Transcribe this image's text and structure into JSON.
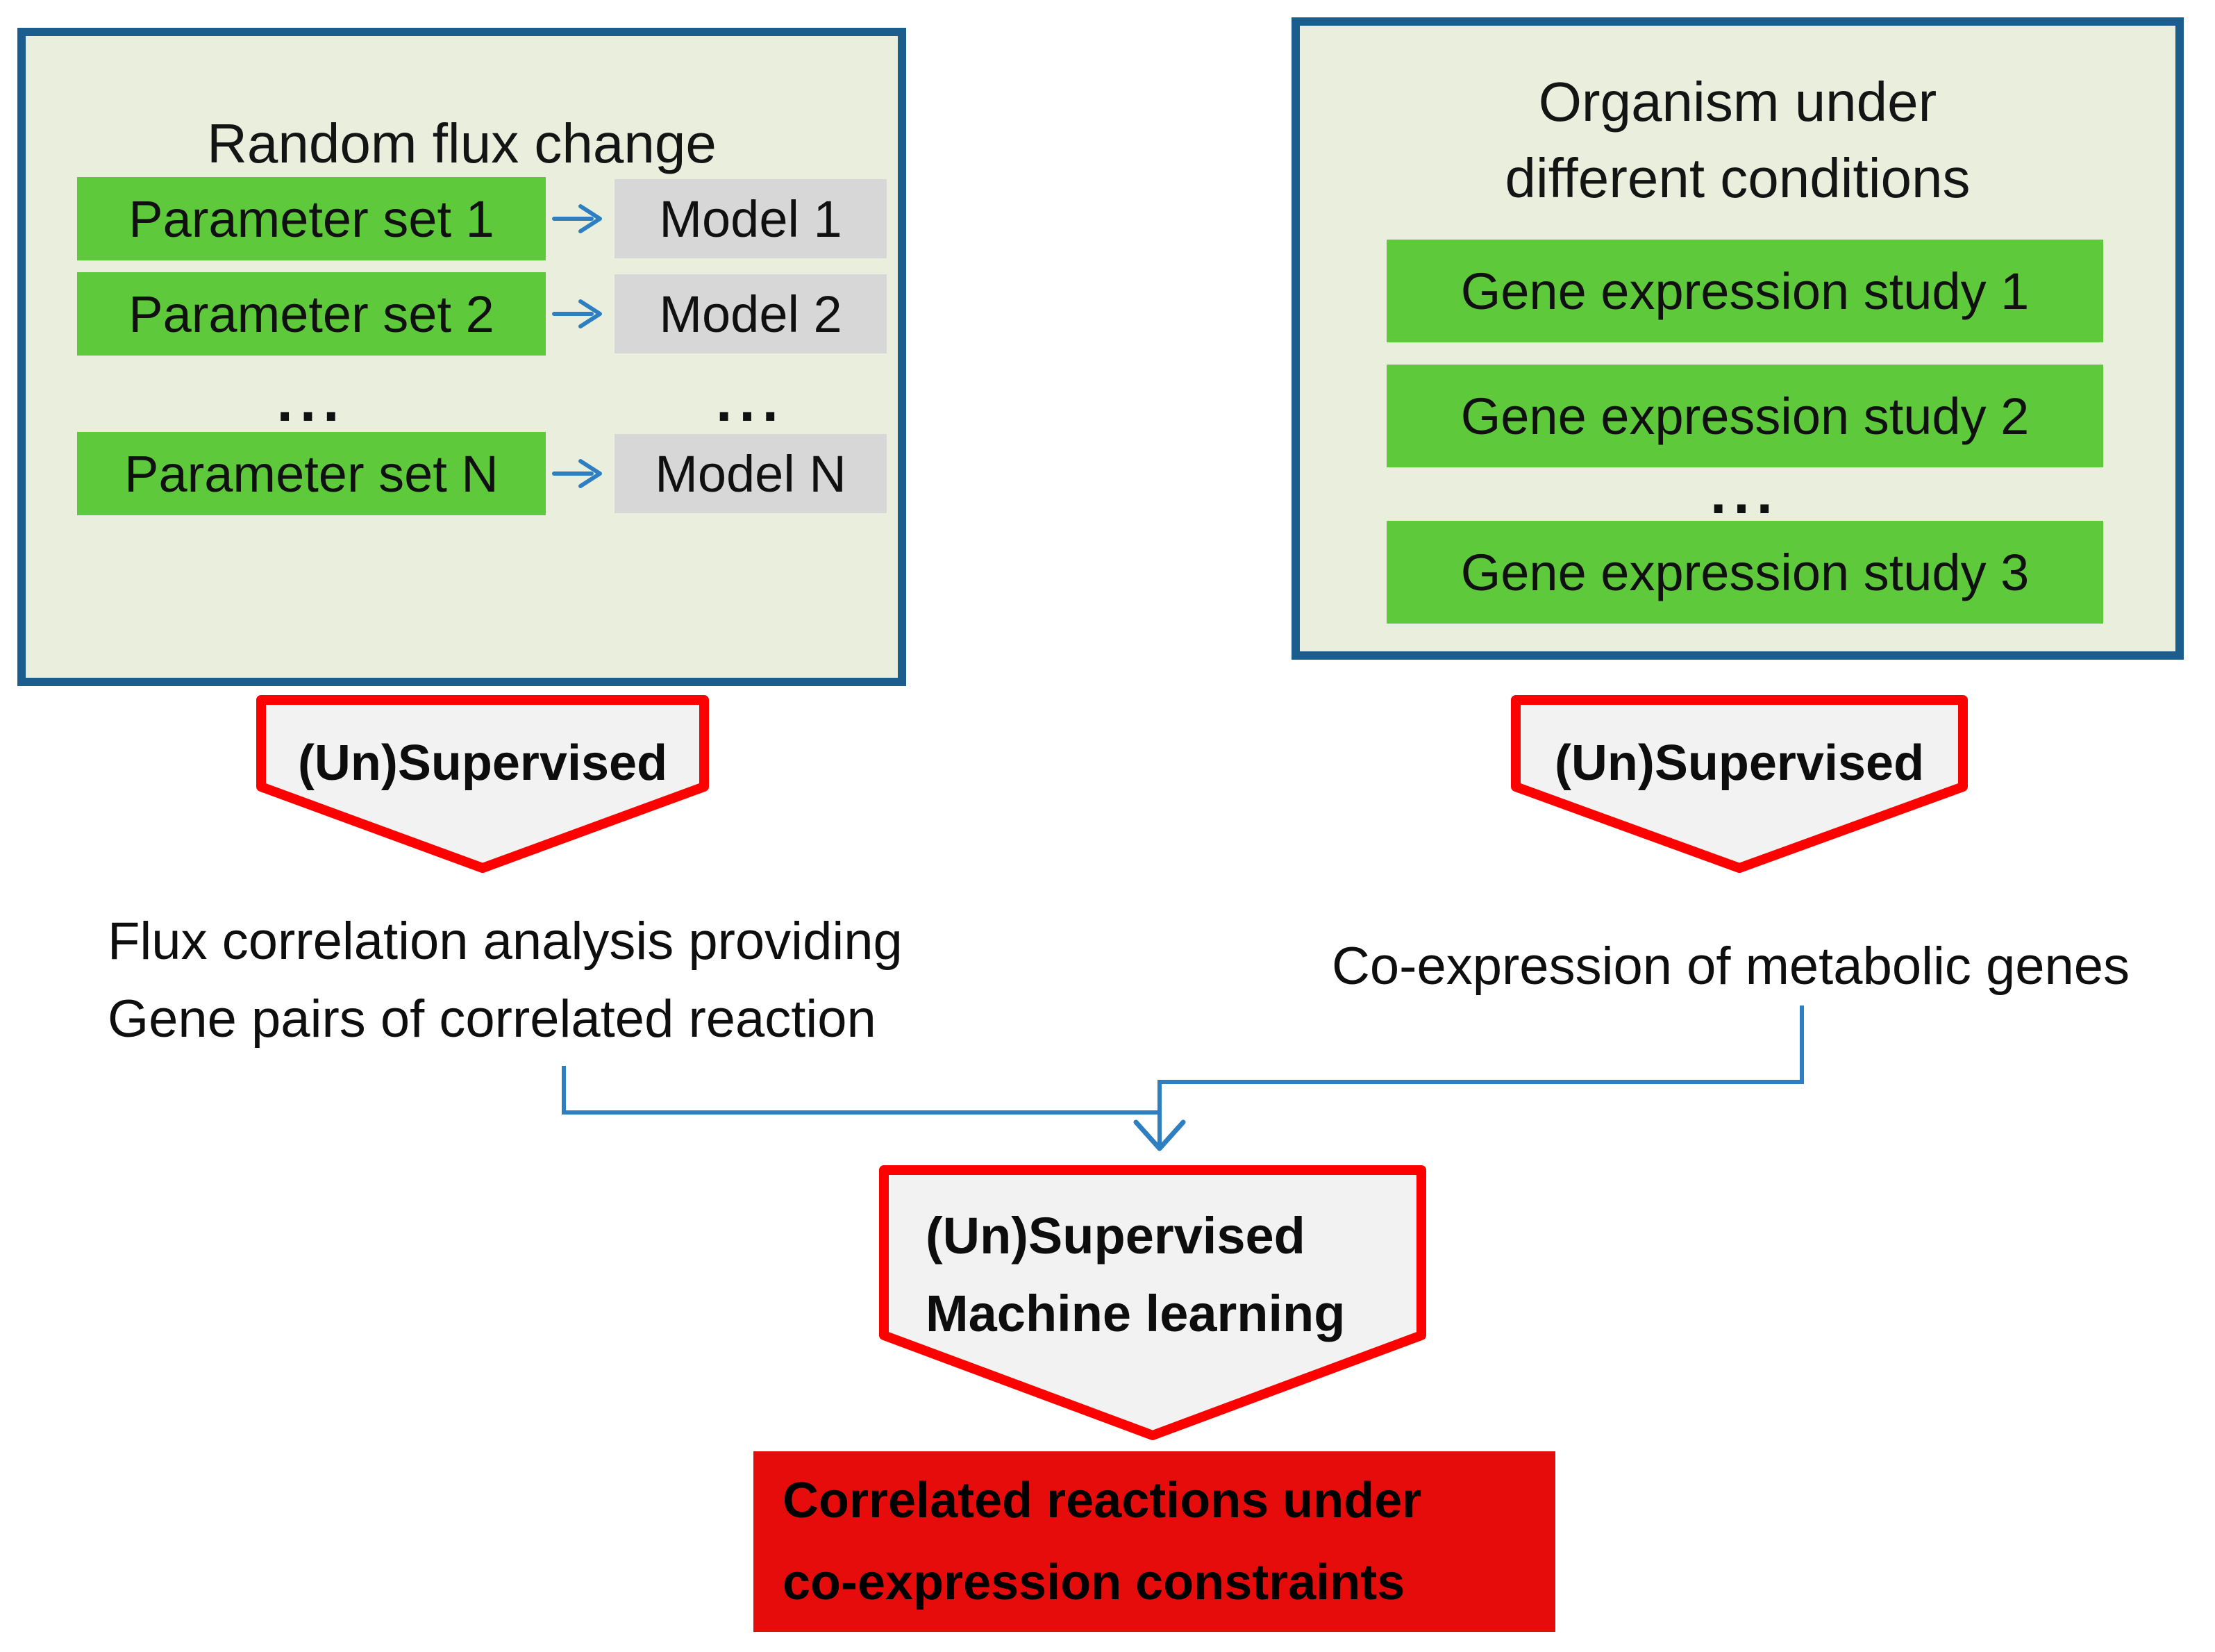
{
  "left_panel": {
    "title": "Random flux change",
    "param_boxes": [
      "Parameter set 1",
      "Parameter set 2",
      "Parameter set N"
    ],
    "model_boxes": [
      "Model 1",
      "Model 2",
      "Model N"
    ],
    "ellipsis": "..."
  },
  "right_panel": {
    "title_line1": "Organism under",
    "title_line2": "different conditions",
    "study_boxes": [
      "Gene expression study 1",
      "Gene expression study 2",
      "Gene expression study 3"
    ],
    "ellipsis": "..."
  },
  "pentagons": {
    "left_label": "(Un)Supervised",
    "right_label": "(Un)Supervised",
    "center_line1": "(Un)Supervised",
    "center_line2": "Machine learning"
  },
  "captions": {
    "left_line1": "Flux correlation analysis providing",
    "left_line2": "Gene pairs of correlated reaction",
    "right": "Co-expression of metabolic genes"
  },
  "result_box": {
    "line1": "Correlated reactions under",
    "line2": "co-expression constraints"
  },
  "colors": {
    "panel_bg": "#E9EFDC",
    "panel_border": "#1B5E8E",
    "green_box": "#5FC93C",
    "gray_box": "#D7D7D7",
    "pentagon_fill": "#F2F2F2",
    "pentagon_border": "#FE0000",
    "result_bg": "#E60C0C",
    "connector_blue": "#2E7FC1"
  }
}
